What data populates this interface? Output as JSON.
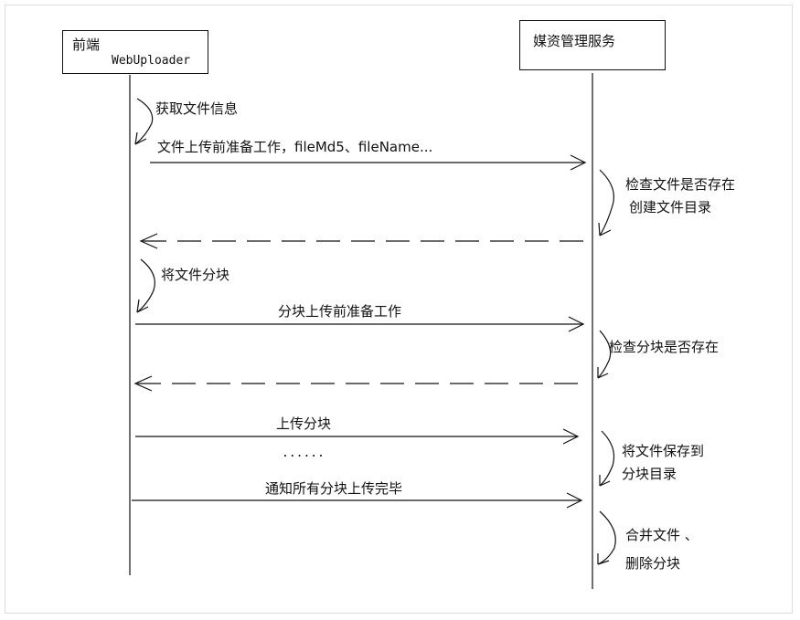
{
  "participants": {
    "frontend": {
      "line1": "前端",
      "line2": "WebUploader"
    },
    "server": {
      "title": "媒资管理服务"
    }
  },
  "steps": {
    "get_file_info": "获取文件信息",
    "prepare_upload": "文件上传前准备工作，fileMd5、fileName...",
    "check_file": "检查文件是否存在",
    "create_dir": "创建文件目录",
    "split_file": "将文件分块",
    "chunk_prepare": "分块上传前准备工作",
    "check_chunk": "检查分块是否存在",
    "upload_chunk": "上传分块",
    "ellipsis": "......",
    "save_file": "将文件保存到",
    "chunk_dir": "分块目录",
    "notify_done": "通知所有分块上传完毕",
    "merge_file": "合并文件 、",
    "delete_chunks": "删除分块"
  }
}
